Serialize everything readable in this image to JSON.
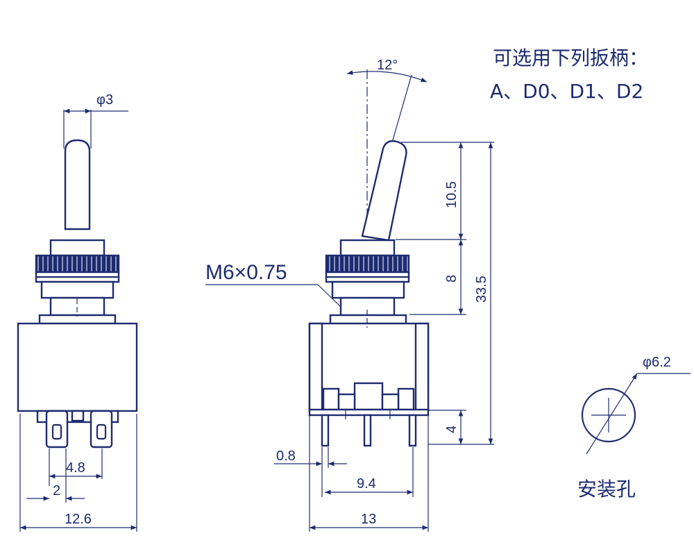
{
  "header": {
    "line1": "可选用下列扳柄：",
    "line2": "A、D0、D1、D2"
  },
  "front_view": {
    "dim_diameter": "φ3",
    "dim_pin_spacing": "4.8",
    "dim_pin_width": "2",
    "dim_body_width": "12.6"
  },
  "side_view": {
    "dim_angle": "12°",
    "thread": "M6×0.75",
    "dim_lever": "10.5",
    "dim_bushing": "8",
    "dim_total": "33.5",
    "dim_pin_length": "4",
    "dim_pin_thickness": "0.8",
    "dim_pin_pitch": "9.4",
    "dim_body_width": "13"
  },
  "mounting_hole": {
    "dim_diameter": "φ6.2",
    "label": "安装孔"
  }
}
